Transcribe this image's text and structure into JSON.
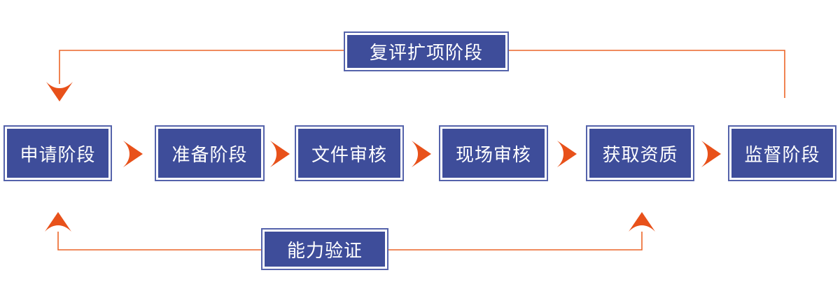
{
  "diagram": {
    "stages": [
      {
        "id": "application",
        "label": "申请阶段"
      },
      {
        "id": "preparation",
        "label": "准备阶段"
      },
      {
        "id": "document-review",
        "label": "文件审核"
      },
      {
        "id": "onsite-review",
        "label": "现场审核"
      },
      {
        "id": "qualification",
        "label": "获取资质"
      },
      {
        "id": "supervision",
        "label": "监督阶段"
      }
    ],
    "top_connector": {
      "label": "复评扩项阶段",
      "from": "监督阶段",
      "to": "申请阶段"
    },
    "bottom_connector": {
      "label": "能力验证",
      "targets": [
        "申请阶段",
        "获取资质"
      ]
    },
    "colors": {
      "box_fill": "#3e4d9a",
      "box_border": "#5563ab",
      "arrow_fill": "#e8511a",
      "line_stroke": "#ec6528",
      "text_color": "#ffffff",
      "background": "#ffffff"
    }
  }
}
